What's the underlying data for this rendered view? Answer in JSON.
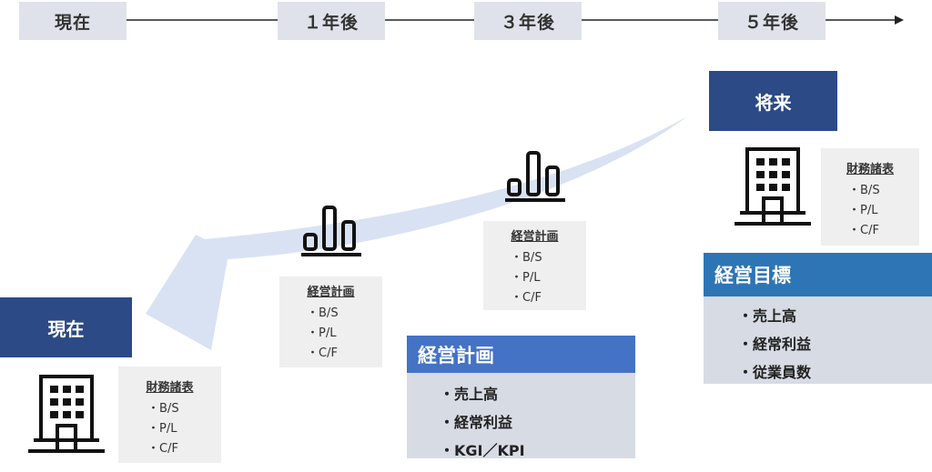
{
  "timeline": {
    "labels": [
      "現在",
      "１年後",
      "３年後",
      "５年後"
    ]
  },
  "current": {
    "title": "現在",
    "financials": {
      "title": "財務諸表",
      "items": [
        "B/S",
        "P/L",
        "C/F"
      ]
    }
  },
  "future": {
    "title": "将来",
    "financials": {
      "title": "財務諸表",
      "items": [
        "B/S",
        "P/L",
        "C/F"
      ]
    },
    "goals": {
      "title": "経営目標",
      "items": [
        "売上高",
        "経常利益",
        "従業員数"
      ]
    }
  },
  "plan_year1": {
    "title": "経営計画",
    "items": [
      "B/S",
      "P/L",
      "C/F"
    ]
  },
  "plan_year3": {
    "title": "経営計画",
    "items": [
      "B/S",
      "P/L",
      "C/F"
    ]
  },
  "plan_summary": {
    "title": "経営計画",
    "items": [
      "売上高",
      "経常利益",
      "KGI／KPI"
    ]
  },
  "colors": {
    "navy": "#2b4a86",
    "blue_header": "#4472c4",
    "goal_header": "#2e75b6",
    "panel_gray": "#d7dbe4",
    "label_gray": "#dfe2ea",
    "arrow": "#d9e2f3"
  }
}
